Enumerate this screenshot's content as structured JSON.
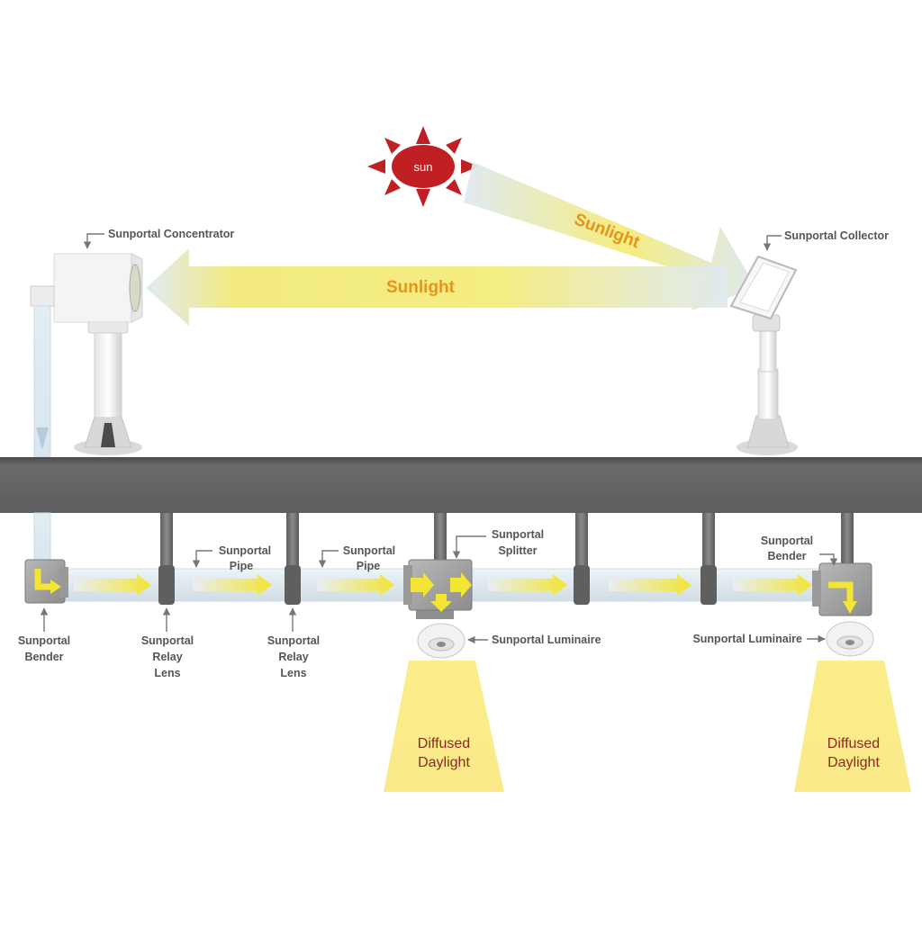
{
  "sun": {
    "label": "sun",
    "color": "#c01f23"
  },
  "beam_color": "#f3e85a",
  "labels": {
    "concentrator": "Sunportal Concentrator",
    "collector": "Sunportal Collector",
    "sunlight_diagonal": "Sunlight",
    "sunlight_horizontal": "Sunlight",
    "pipe_1_line1": "Sunportal",
    "pipe_1_line2": "Pipe",
    "pipe_2_line1": "Sunportal",
    "pipe_2_line2": "Pipe",
    "splitter_line1": "Sunportal",
    "splitter_line2": "Splitter",
    "bender_right_line1": "Sunportal",
    "bender_right_line2": "Bender",
    "bender_left_line1": "Sunportal",
    "bender_left_line2": "Bender",
    "relay_1_line1": "Sunportal",
    "relay_1_line2": "Relay",
    "relay_1_line3": "Lens",
    "relay_2_line1": "Sunportal",
    "relay_2_line2": "Relay",
    "relay_2_line3": "Lens",
    "luminaire_left": "Sunportal Luminaire",
    "luminaire_right": "Sunportal Luminaire",
    "diffused_left_line1": "Diffused",
    "diffused_left_line2": "Daylight",
    "diffused_right_line1": "Diffused",
    "diffused_right_line2": "Daylight"
  }
}
